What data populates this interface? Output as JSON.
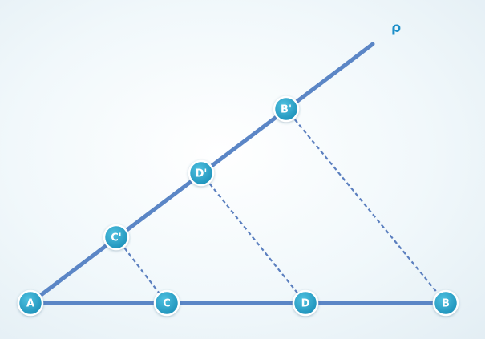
{
  "diagram": {
    "ray_label": "ρ",
    "points": [
      {
        "key": "A",
        "label": "A"
      },
      {
        "key": "C",
        "label": "C"
      },
      {
        "key": "D",
        "label": "D"
      },
      {
        "key": "B",
        "label": "B"
      },
      {
        "key": "C1",
        "label": "C'"
      },
      {
        "key": "D1",
        "label": "D'"
      },
      {
        "key": "B1",
        "label": "B'"
      }
    ],
    "segments": [
      {
        "from": "A",
        "to": "B",
        "style": "solid"
      },
      {
        "from": "A",
        "to": "ray-end",
        "style": "solid"
      },
      {
        "from": "C1",
        "to": "C",
        "style": "dashed"
      },
      {
        "from": "D1",
        "to": "D",
        "style": "dashed"
      },
      {
        "from": "B1",
        "to": "B",
        "style": "dashed"
      }
    ],
    "colors": {
      "line": "#5b86c6",
      "dash": "#5b7fbf",
      "point_fill_start": "#4fc1e0",
      "point_fill_end": "#1b8fb8",
      "point_stroke": "#ffffff",
      "ray_label": "#1d8fc9",
      "background": "#eef6fa"
    }
  }
}
